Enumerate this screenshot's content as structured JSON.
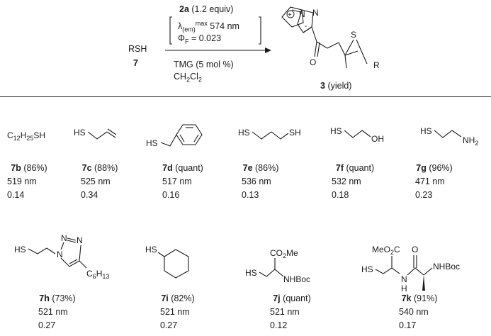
{
  "reaction": {
    "reactant_label": "RSH",
    "reactant_id": "7",
    "reagent_compound": "2a",
    "reagent_equiv": "(1.2 equiv)",
    "lambda_prefix": "λ",
    "lambda_sub": "(em)",
    "lambda_sup": "max",
    "lambda_value": "574 nm",
    "phi_prefix": "Φ",
    "phi_sub": "F",
    "phi_value": "= 0.023",
    "catalyst": "TMG (5 mol %)",
    "solvent_main": "CH",
    "solvent_sub1": "2",
    "solvent_mid": "Cl",
    "solvent_sub2": "2",
    "product_id": "3",
    "product_suffix": "(yield)",
    "product_atoms": {
      "o": "O",
      "s": "S",
      "r": "R",
      "n1": "N",
      "n2": "N",
      "plus": "+",
      "minus": "-"
    }
  },
  "structures": {
    "7b_main": "C",
    "7b_sub1": "12",
    "7b_h": "H",
    "7b_sub2": "25",
    "7b_sh": "SH",
    "hs": "HS",
    "sh": "SH",
    "oh": "OH",
    "nh": "NH",
    "nh_sub": "2",
    "n": "N",
    "c6": "C",
    "c6_sub1": "6",
    "c6_h": "H",
    "c6_sub2": "13",
    "co2me": "CO",
    "co2me_sub": "2",
    "co2me_tail": "Me",
    "meo2c": "MeO",
    "meo2c_sub": "2",
    "meo2c_tail": "C",
    "nhboc": "NHBoc",
    "nh_amide": "N",
    "h_amide": "H",
    "o": "O"
  },
  "compounds": [
    {
      "id": "7b",
      "yield": "(86%)",
      "wavelength": "519 nm",
      "qy": "0.14"
    },
    {
      "id": "7c",
      "yield": "(88%)",
      "wavelength": "525 nm",
      "qy": "0.34"
    },
    {
      "id": "7d",
      "yield": "(quant)",
      "wavelength": "517 nm",
      "qy": "0.16"
    },
    {
      "id": "7e",
      "yield": "(86%)",
      "wavelength": "536 nm",
      "qy": "0.13"
    },
    {
      "id": "7f",
      "yield": "(quant)",
      "wavelength": "532 nm",
      "qy": "0.18"
    },
    {
      "id": "7g",
      "yield": "(96%)",
      "wavelength": "471 nm",
      "qy": "0.23"
    },
    {
      "id": "7h",
      "yield": "(73%)",
      "wavelength": "521 nm",
      "qy": "0.27"
    },
    {
      "id": "7i",
      "yield": "(82%)",
      "wavelength": "521 nm",
      "qy": "0.27"
    },
    {
      "id": "7j",
      "yield": "(quant)",
      "wavelength": "521 nm",
      "qy": "0.12"
    },
    {
      "id": "7k",
      "yield": "(91%)",
      "wavelength": "540 nm",
      "qy": "0.17"
    }
  ]
}
